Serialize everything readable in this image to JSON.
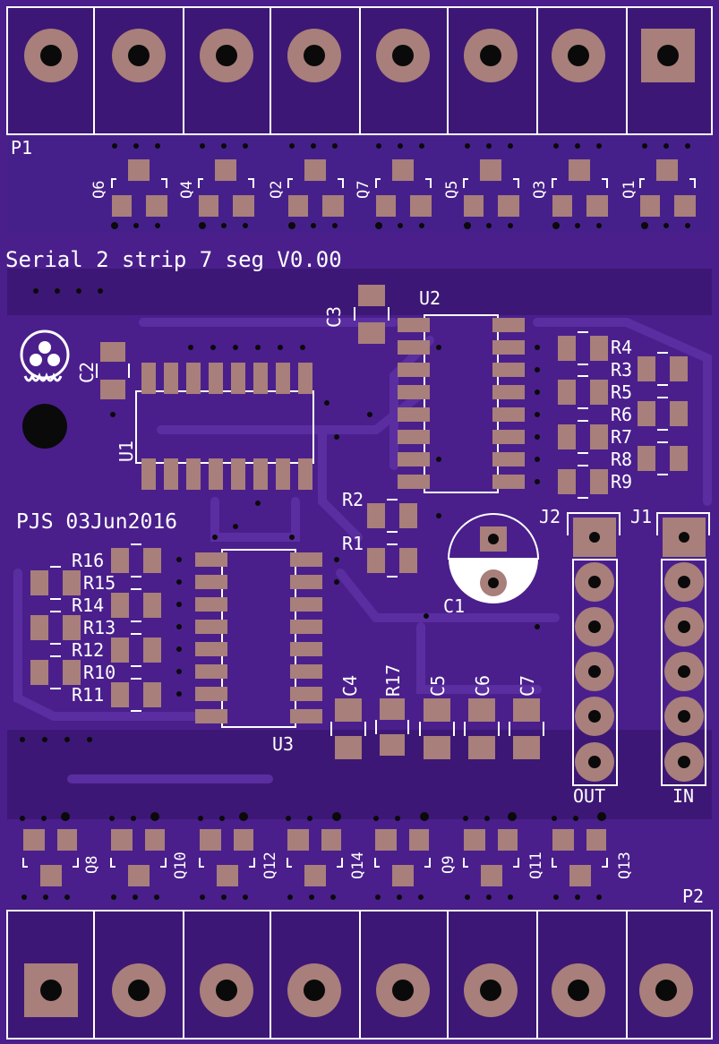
{
  "board": {
    "title_text": "Serial 2 strip 7 seg V0.00",
    "author_text": "PJS 03Jun2016"
  },
  "colors": {
    "board": "#4a1f8c",
    "board_dark": "#3d1775",
    "trace": "#5a2ea0",
    "copper": "#a87f7a",
    "silk": "#ffffff",
    "hole": "#0a0a0a"
  },
  "connectors": {
    "p1": "P1",
    "p2": "P2",
    "j1": "J1",
    "j2": "J2",
    "out_label": "OUT",
    "in_label": "IN"
  },
  "chips": {
    "u1": "U1",
    "u2": "U2",
    "u3": "U3"
  },
  "capacitors": {
    "c1": "C1",
    "c2": "C2",
    "c3": "C3",
    "c4": "C4",
    "c5": "C5",
    "c6": "C6",
    "c7": "C7"
  },
  "resistors": {
    "r1": "R1",
    "r2": "R2",
    "r3": "R3",
    "r4": "R4",
    "r5": "R5",
    "r6": "R6",
    "r7": "R7",
    "r8": "R8",
    "r9": "R9",
    "r10": "R10",
    "r11": "R11",
    "r12": "R12",
    "r13": "R13",
    "r14": "R14",
    "r15": "R15",
    "r16": "R16",
    "r17": "R17"
  },
  "transistors_top": [
    "Q6",
    "Q4",
    "Q2",
    "Q7",
    "Q5",
    "Q3",
    "Q1"
  ],
  "transistors_bottom": [
    "Q8",
    "Q10",
    "Q12",
    "Q14",
    "Q9",
    "Q11",
    "Q13"
  ]
}
